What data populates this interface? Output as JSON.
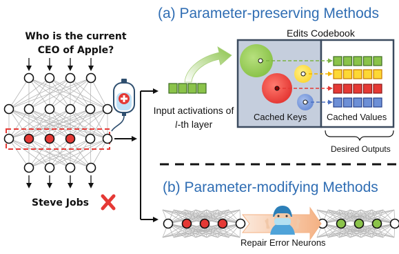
{
  "question": "Who is the current CEO of Apple?",
  "answer": "Steve Jobs",
  "section_a_title": "(a) Parameter-preserving Methods",
  "section_b_title": "(b) Parameter-modifying Methods",
  "codebook_label": "Edits Codebook",
  "input_activations_label": "Input activations of l-th layer",
  "cached_keys_label": "Cached Keys",
  "cached_values_label": "Cached Values",
  "desired_outputs_label": "Desired Outputs",
  "repair_label": "Repair Error Neurons",
  "icons": [
    "red-x-icon",
    "iv-bag-icon",
    "surgeon-icon"
  ],
  "colors": {
    "accent_blue": "#2f6db3",
    "error_red": "#e53935",
    "fixed_green": "#8bc34a",
    "key_green": "#8bc34a",
    "key_yellow": "#fdd835",
    "key_red": "#e53935",
    "key_blue": "#6d8fd6",
    "box_border": "#3b4a5e",
    "box_fill": "#c5cedd"
  }
}
